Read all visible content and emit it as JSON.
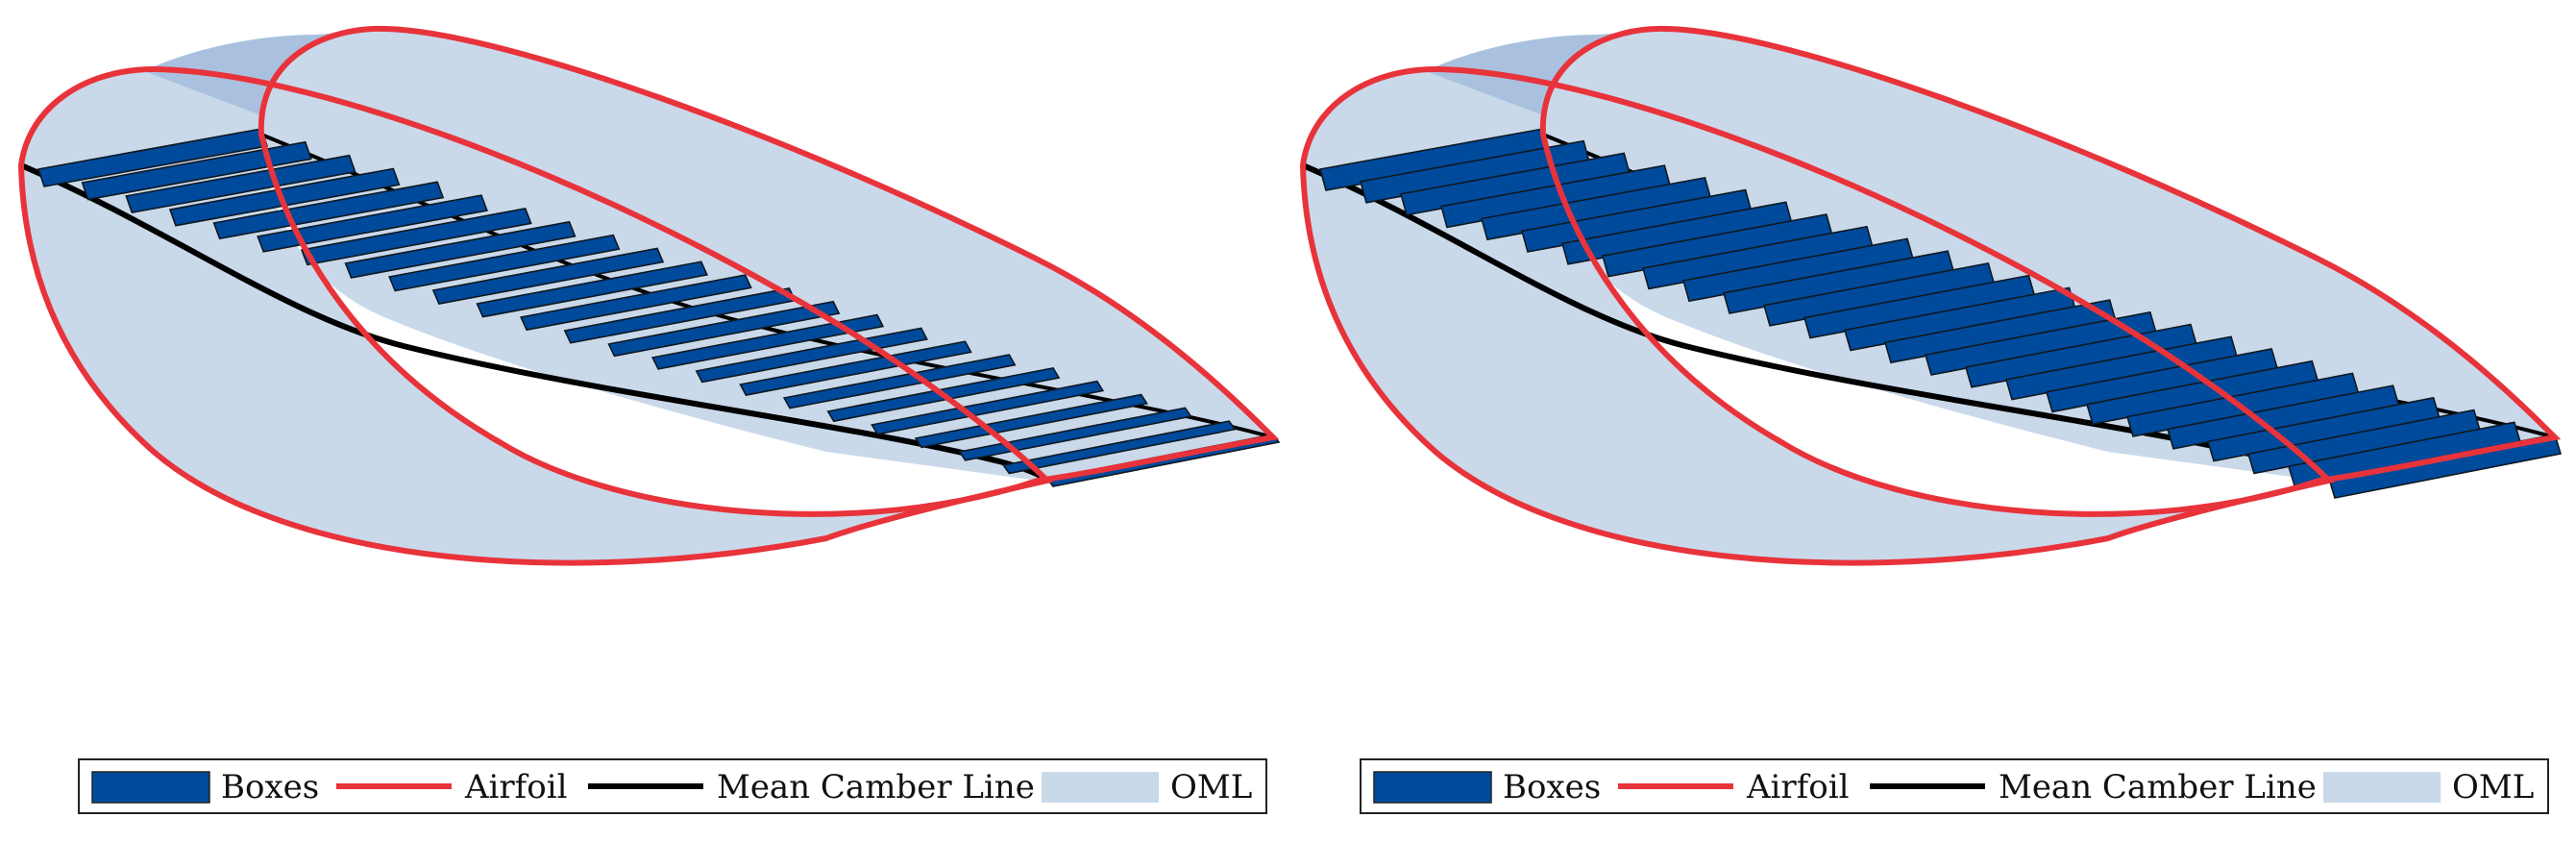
{
  "colors": {
    "oml": "#c9d9ea",
    "oml_back": "#a9c1de",
    "boxes": "#004a9c",
    "airfoil": "#e8333b",
    "camber": "#000000"
  },
  "panels": [
    {
      "legend": {
        "items": [
          {
            "label": "Boxes",
            "symbol": "patch",
            "color": "#004a9c"
          },
          {
            "label": "Airfoil",
            "symbol": "line",
            "color": "#e8333b"
          },
          {
            "label": "Mean Camber Line",
            "symbol": "line",
            "color": "#000000"
          },
          {
            "label": "OML",
            "symbol": "patch",
            "color": "#c9d9ea"
          }
        ]
      }
    },
    {
      "legend": {
        "items": [
          {
            "label": "Boxes",
            "symbol": "patch",
            "color": "#004a9c"
          },
          {
            "label": "Airfoil",
            "symbol": "line",
            "color": "#e8333b"
          },
          {
            "label": "Mean Camber Line",
            "symbol": "line",
            "color": "#000000"
          },
          {
            "label": "OML",
            "symbol": "patch",
            "color": "#c9d9ea"
          }
        ]
      }
    }
  ]
}
